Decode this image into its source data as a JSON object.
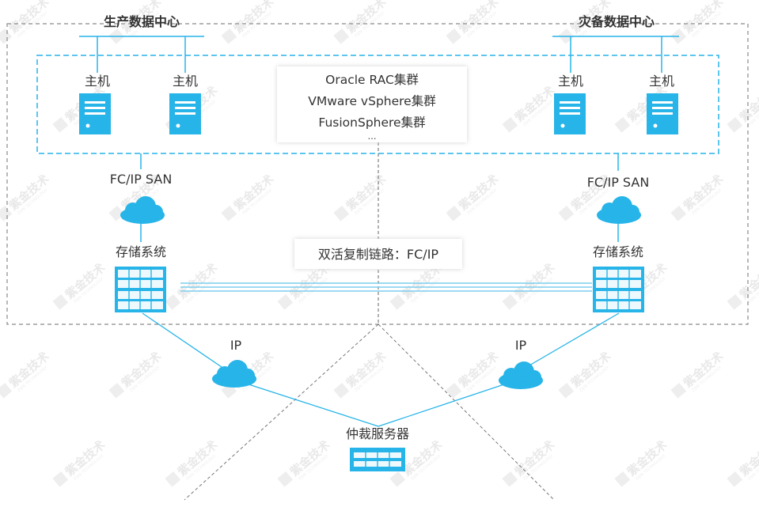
{
  "colors": {
    "accent": "#27b4e8",
    "link_line": "#7ccdee",
    "dashed_outer": "#8a8a8a",
    "text": "#333333",
    "watermark": "#e6e6e6"
  },
  "watermark": {
    "text": "紫金技术",
    "subtext": "ZIJIN TECHNOLOGY"
  },
  "production_dc": {
    "title": "生产数据中心",
    "hosts": [
      "主机",
      "主机"
    ],
    "san_label": "FC/IP SAN",
    "storage_label": "存储系统"
  },
  "dr_dc": {
    "title": "灾备数据中心",
    "hosts": [
      "主机",
      "主机"
    ],
    "san_label": "FC/IP SAN",
    "storage_label": "存储系统"
  },
  "cluster": {
    "lines": [
      "Oracle RAC集群",
      "VMware  vSphere集群",
      "FusionSphere集群",
      "…"
    ]
  },
  "replication_link": "双活复制链路：FC/IP",
  "ip_left": "IP",
  "ip_right": "IP",
  "arbiter": "仲裁服务器"
}
